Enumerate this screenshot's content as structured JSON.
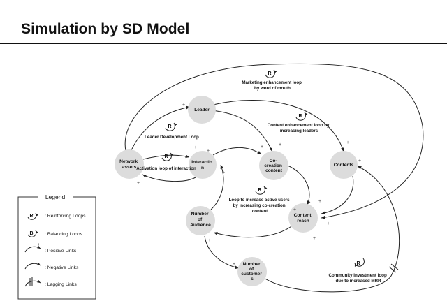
{
  "title": "Simulation by SD Model",
  "nodes": [
    {
      "id": "network_assets",
      "lines": [
        "Network",
        "assets"
      ]
    },
    {
      "id": "interaction",
      "lines": [
        "Interactio",
        "n"
      ]
    },
    {
      "id": "leader",
      "lines": [
        "Leader"
      ]
    },
    {
      "id": "co_creation",
      "lines": [
        "Co-",
        "creation",
        "content"
      ]
    },
    {
      "id": "contents",
      "lines": [
        "Contents"
      ]
    },
    {
      "id": "content_reach",
      "lines": [
        "Content",
        "reach"
      ]
    },
    {
      "id": "audience",
      "lines": [
        "Number",
        "of",
        "Audience"
      ]
    },
    {
      "id": "customers",
      "lines": [
        "Number",
        "of",
        "customer",
        "s"
      ]
    }
  ],
  "loops": [
    {
      "id": "marketing",
      "type": "R",
      "lines": [
        "Marketing enhancement loop",
        "by word of mouth"
      ]
    },
    {
      "id": "content_enh",
      "type": "R",
      "lines": [
        "Content enhancement loop by",
        "increasing leaders"
      ]
    },
    {
      "id": "leader_dev",
      "type": "R",
      "lines": [
        "Leader Development Loop"
      ]
    },
    {
      "id": "activation",
      "type": "R",
      "lines": [
        "Activation loop of interaction"
      ]
    },
    {
      "id": "active_users",
      "type": "R",
      "lines": [
        "Loop to increase active users",
        "by increasing co-creation",
        "content"
      ]
    },
    {
      "id": "community",
      "type": "R",
      "lines": [
        "Community investment loop",
        "due to increased MRR"
      ]
    }
  ],
  "signs": [
    "+",
    "+",
    "+",
    "+",
    "+",
    "+",
    "+",
    "+",
    "+",
    "+",
    "+",
    "+",
    "+",
    "+",
    "+"
  ],
  "legend": {
    "title": "Legend",
    "items": [
      {
        "symbol": "R",
        "label": ": Reinforcing Loops"
      },
      {
        "symbol": "B",
        "label": ": Balancing Loops"
      },
      {
        "symbol": "+",
        "label": ": Positive Links"
      },
      {
        "symbol": "—",
        "label": ": Negative Links"
      },
      {
        "symbol": "||",
        "label": ": Lagging Links"
      }
    ]
  },
  "colors": {
    "node_fill": "#dcdcdc",
    "line": "#222222",
    "text": "#111111"
  }
}
